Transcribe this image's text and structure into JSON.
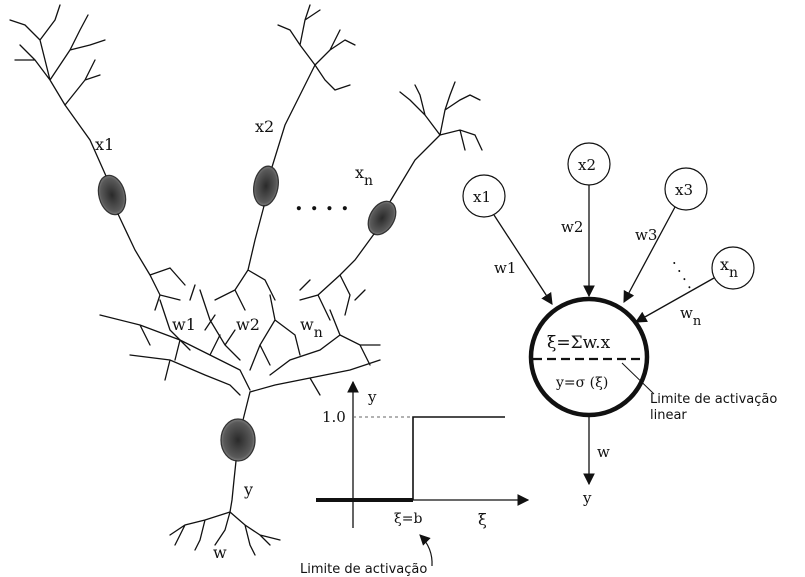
{
  "biological": {
    "input_labels": [
      "x1",
      "x2",
      "x",
      "n"
    ],
    "ellipsis": ". . . .",
    "weight_labels": [
      "w1",
      "w2",
      "w",
      "n"
    ],
    "output_label": "y",
    "output_weight": "w"
  },
  "artificial": {
    "inputs": [
      "x1",
      "x2",
      "x3",
      "x",
      "n"
    ],
    "weights": [
      "w1",
      "w2",
      "w3",
      "w",
      "n"
    ],
    "dots": ". . . .",
    "neuron_top": "ξ=Σw.x",
    "neuron_bottom": "y=σ (ξ)",
    "annotation_line1": "Limite de activação",
    "annotation_line2": "linear",
    "output_weight": "w",
    "output_label": "y"
  },
  "step_plot": {
    "y_axis_label": "y",
    "x_axis_label": "ξ",
    "y_tick": "1.0",
    "threshold_label": "ξ=b",
    "caption": "Limite de activação"
  },
  "colors": {
    "ink": "#111111",
    "soma_dark": "#3a3a3a",
    "soma_light": "#9a9a9a",
    "background": "#ffffff"
  }
}
